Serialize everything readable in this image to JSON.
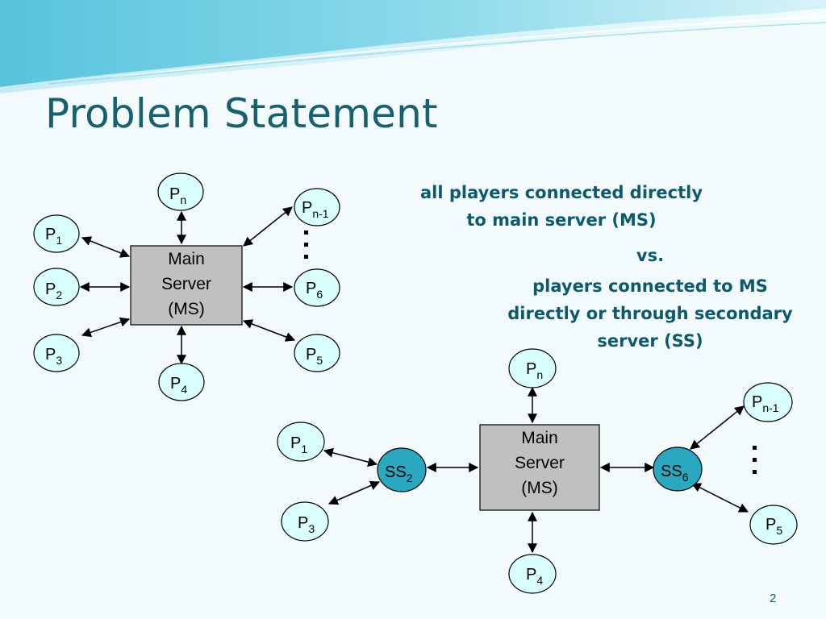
{
  "slide": {
    "title": "Problem Statement",
    "page_number": "2"
  },
  "captions": {
    "line1": "all players connected directly",
    "line2": "to main server (MS)",
    "vs": "vs.",
    "line3": "players connected to MS",
    "line4": "directly or through secondary",
    "line5": "server (SS)"
  },
  "diagram1": {
    "server": [
      "Main",
      "Server",
      "(MS)"
    ],
    "players": [
      {
        "base": "P",
        "sub": "n"
      },
      {
        "base": "P",
        "sub": "n-1"
      },
      {
        "base": "P",
        "sub": "1"
      },
      {
        "base": "P",
        "sub": "2"
      },
      {
        "base": "P",
        "sub": "6"
      },
      {
        "base": "P",
        "sub": "3"
      },
      {
        "base": "P",
        "sub": "5"
      },
      {
        "base": "P",
        "sub": "4"
      }
    ]
  },
  "diagram2": {
    "server": [
      "Main",
      "Server",
      "(MS)"
    ],
    "secondary": [
      {
        "base": "SS",
        "sub": "2"
      },
      {
        "base": "SS",
        "sub": "6"
      }
    ],
    "players": [
      {
        "base": "P",
        "sub": "n"
      },
      {
        "base": "P",
        "sub": "n-1"
      },
      {
        "base": "P",
        "sub": "1"
      },
      {
        "base": "P",
        "sub": "3"
      },
      {
        "base": "P",
        "sub": "5"
      },
      {
        "base": "P",
        "sub": "4"
      }
    ]
  },
  "colors": {
    "player_fill": "#d9ffff",
    "secondary_fill": "#2aa8bf",
    "server_fill": "#c0c0c0",
    "title": "#17606f",
    "caption": "#0c5a6e"
  }
}
